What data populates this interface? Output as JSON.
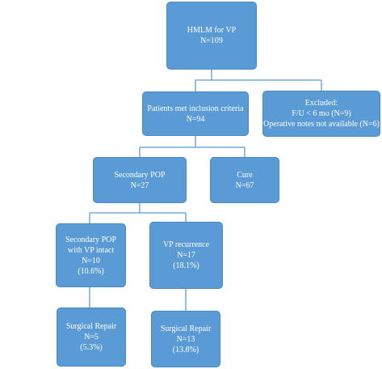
{
  "nodes": {
    "root": {
      "lines": [
        "HMLM for VP",
        "N=109"
      ]
    },
    "inclusion": {
      "lines": [
        "Patients met inclusion criteria",
        "N=94"
      ]
    },
    "excluded": {
      "lines": [
        "Excluded:",
        "F/U < 6 mo (N=9)",
        "Operative notes not available (N=6)"
      ]
    },
    "secondary_pop": {
      "lines": [
        "Secondary POP",
        "N=27"
      ]
    },
    "cure": {
      "lines": [
        "Cure",
        "N=67"
      ]
    },
    "pop_vp_intact": {
      "lines": [
        "Secondary POP",
        "with VP intact",
        "N=10",
        "(10.6%)"
      ]
    },
    "vp_recurrence": {
      "lines": [
        "VP recurrence",
        "N=17",
        "(18.1%)"
      ]
    },
    "surgical_repair_a": {
      "lines": [
        "Surgical Repair",
        "N=5",
        "(5.3%)"
      ]
    },
    "surgical_repair_b": {
      "lines": [
        "Surgical Repair",
        "N=13",
        "(13.8%)"
      ]
    }
  },
  "colors": {
    "box_fill": "#5b9bd5",
    "box_border": "#4a89c2",
    "connector": "#5b9bd5",
    "text": "#ffffff"
  }
}
